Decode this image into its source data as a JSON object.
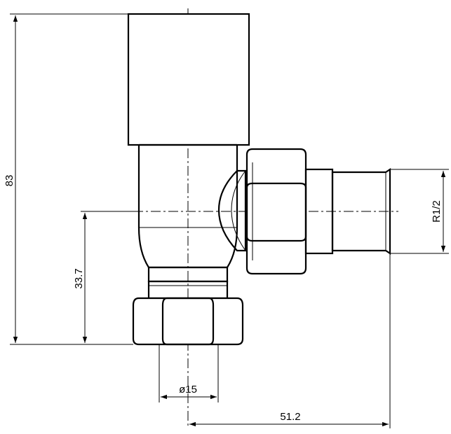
{
  "diagram": {
    "type": "technical drawing",
    "dimensions": {
      "overall_height": "83",
      "inlet_height": "33.7",
      "pipe_diameter": "ø15",
      "outlet_length": "51.2",
      "thread": "R1/2"
    }
  }
}
